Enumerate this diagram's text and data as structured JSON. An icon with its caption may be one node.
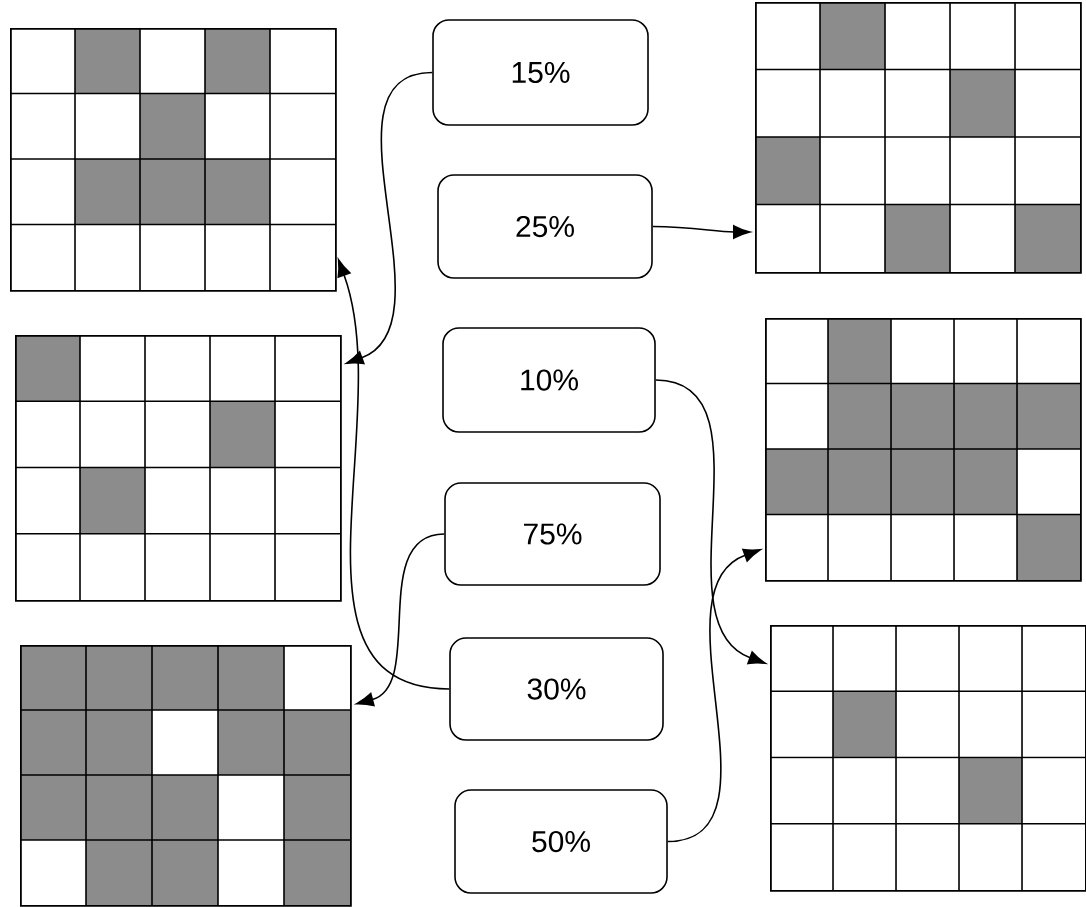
{
  "diagram": {
    "nodes": [
      {
        "text": [
          "15%"
        ]
      },
      {
        "text": [
          "25%"
        ]
      },
      {
        "text": [
          "10%"
        ]
      },
      {
        "text": [
          "75%"
        ]
      },
      {
        "text": [
          "30%"
        ]
      },
      {
        "text": [
          "50%"
        ]
      },
      {
        "text": [],
        "shape": "grid"
      },
      {
        "text": [],
        "shape": "grid"
      },
      {
        "text": [],
        "shape": "grid"
      },
      {
        "text": [],
        "shape": "grid"
      },
      {
        "text": [],
        "shape": "grid"
      },
      {
        "text": [],
        "shape": "grid"
      }
    ],
    "edges": [
      {
        "from": 0,
        "to": 7,
        "arrow": "to"
      },
      {
        "from": 1,
        "to": 9,
        "arrow": "to"
      },
      {
        "from": 2,
        "to": 11,
        "arrow": "to"
      },
      {
        "from": 3,
        "to": 8,
        "arrow": "to"
      },
      {
        "from": 4,
        "to": 6,
        "arrow": "to"
      },
      {
        "from": 5,
        "to": 10,
        "arrow": "to"
      }
    ]
  }
}
